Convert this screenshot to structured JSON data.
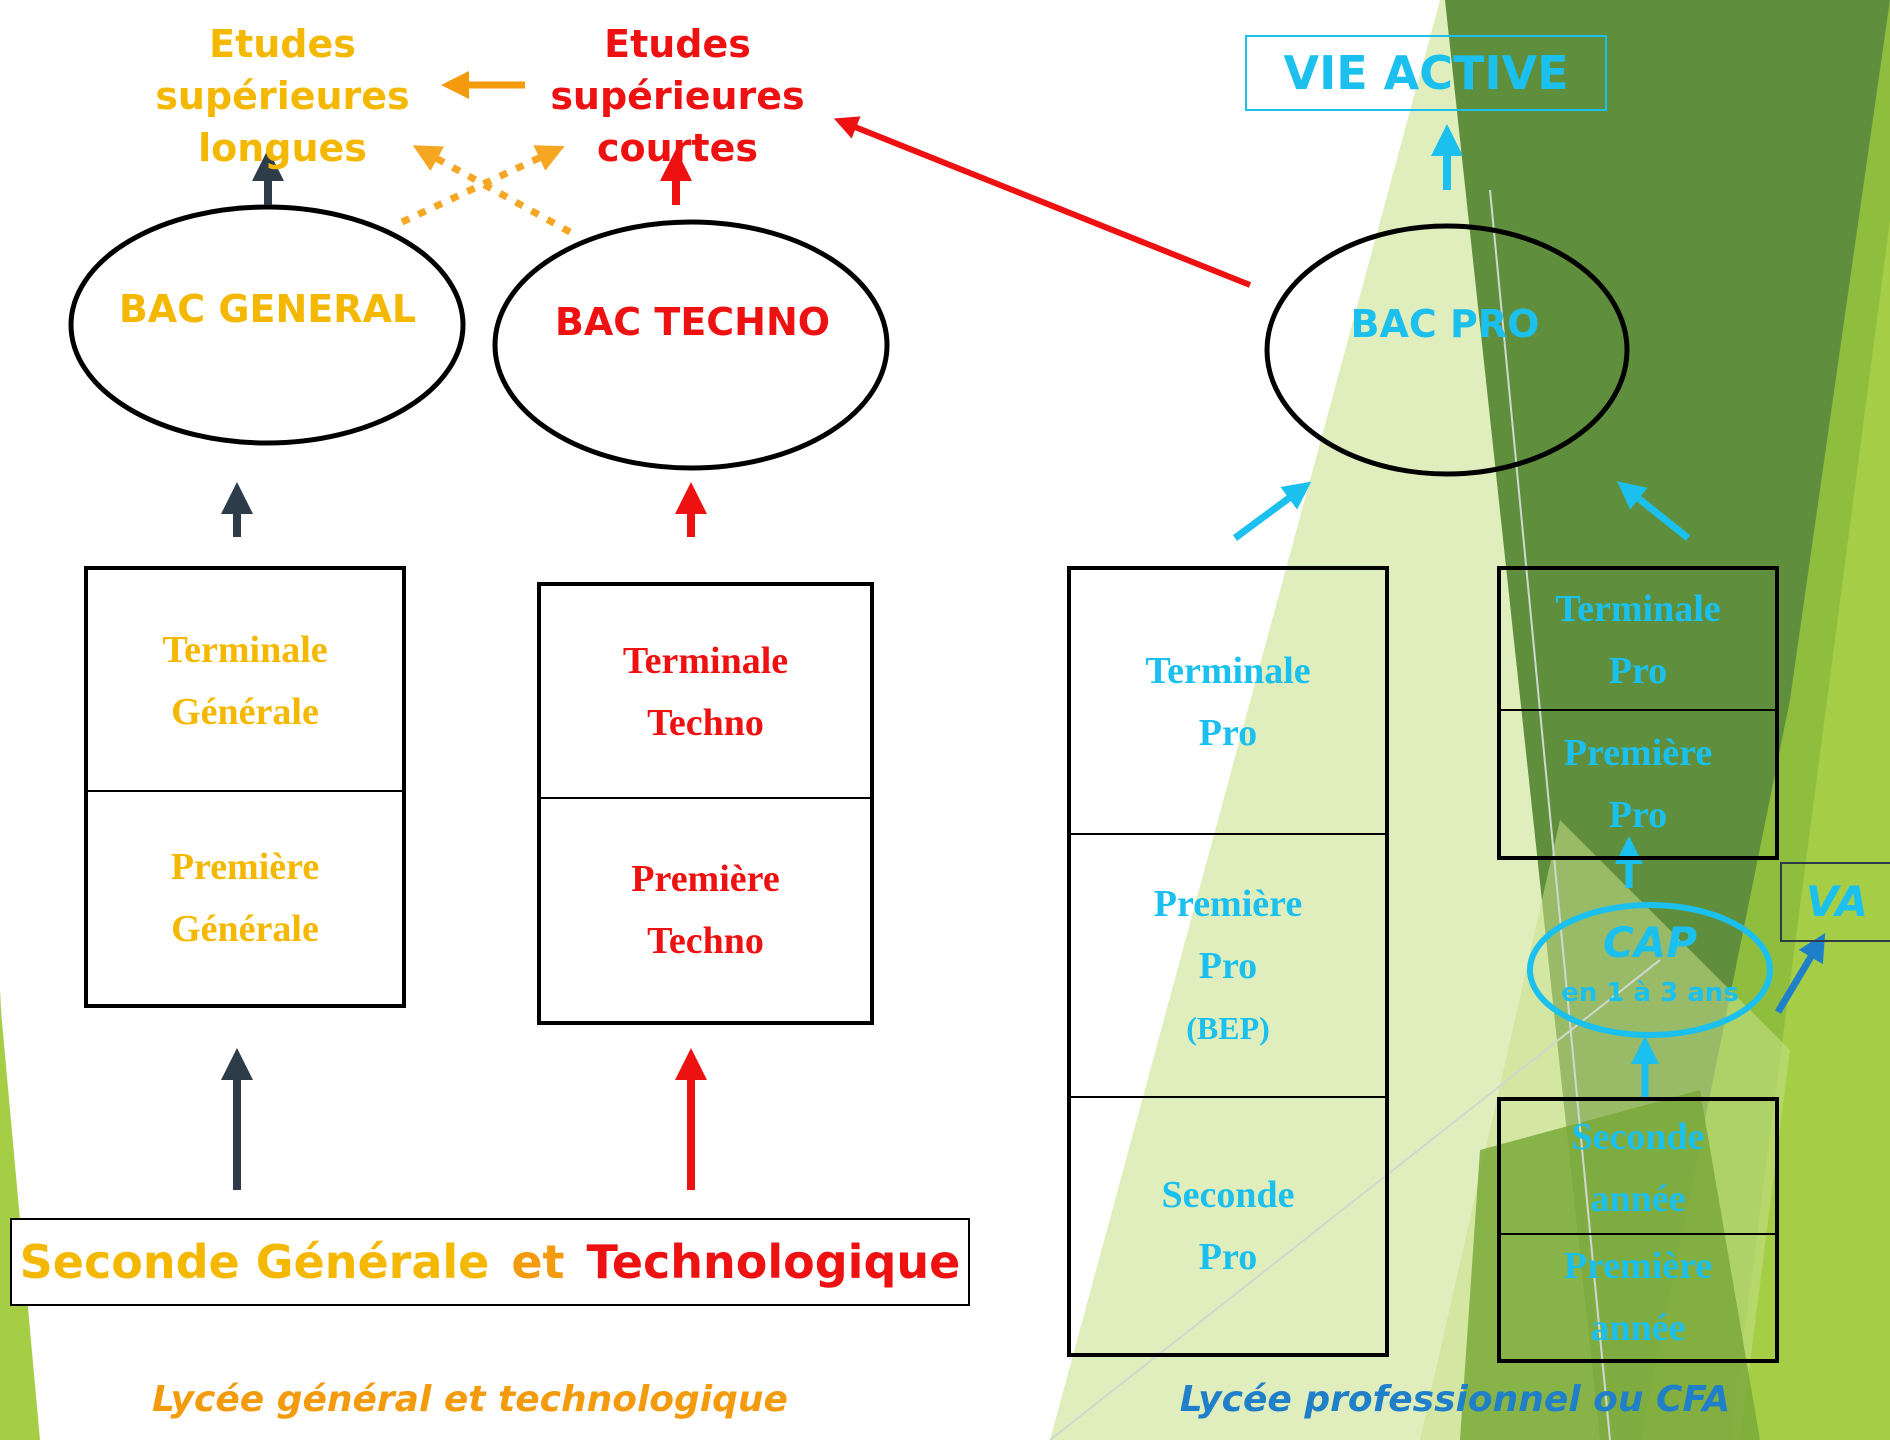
{
  "colors": {
    "general": "#f5b800",
    "orange": "#f39a0d",
    "techno": "#ee1111",
    "pro": "#1cc0ee",
    "footer_pro": "#1f7fc8",
    "arrow_dark": "#2e3b49",
    "green_light": "#a5cd45",
    "green_mid": "#76a83a",
    "green_dark": "#5a8a3a"
  },
  "top": {
    "etudes_longues": [
      "Etudes",
      "supérieures",
      "longues"
    ],
    "etudes_courtes": [
      "Etudes",
      "supérieures",
      "courtes"
    ],
    "vie_active": "VIE ACTIVE"
  },
  "bacs": {
    "general": "BAC GENERAL",
    "techno": "BAC TECHNO",
    "pro": "BAC PRO"
  },
  "columns": {
    "general": [
      [
        "Terminale",
        "Générale"
      ],
      [
        "Première",
        "Générale"
      ]
    ],
    "techno": [
      [
        "Terminale",
        "Techno"
      ],
      [
        "Première",
        "Techno"
      ]
    ],
    "pro": [
      [
        "Terminale",
        "Pro"
      ],
      [
        "Première",
        "Pro",
        "(BEP)"
      ],
      [
        "Seconde",
        "Pro"
      ]
    ],
    "cap_top": [
      [
        "Terminale",
        "Pro"
      ],
      [
        "Première",
        "Pro"
      ]
    ],
    "cap_bottom": [
      [
        "Seconde",
        "année"
      ],
      [
        "Première",
        "année"
      ]
    ]
  },
  "cap": {
    "title": "CAP",
    "subtitle": "en 1 à 3 ans"
  },
  "va": "VA",
  "seconde_gt": {
    "part1": "Seconde Générale",
    "part2": "et",
    "part3": "Technologique"
  },
  "footer": {
    "left": "Lycée général et technologique",
    "right": "Lycée professionnel ou CFA"
  }
}
